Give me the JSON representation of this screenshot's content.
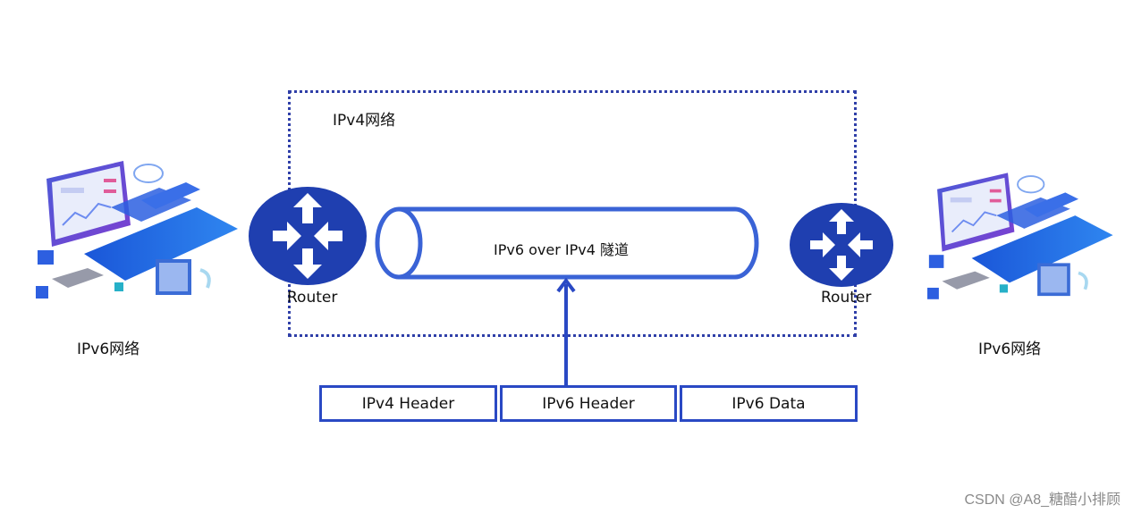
{
  "networks": {
    "ipv4_label": "IPv4网络",
    "ipv6_left_label": "IPv6网络",
    "ipv6_right_label": "IPv6网络"
  },
  "routers": {
    "left_label": "Router",
    "right_label": "Router"
  },
  "tunnel": {
    "label": "IPv6 over IPv4 隧道"
  },
  "packet": {
    "fields": [
      "IPv4 Header",
      "IPv6 Header",
      "IPv6 Data"
    ]
  },
  "watermark": "CSDN @A8_糖醋小排顾",
  "colors": {
    "router_fill": "#1f3fb0",
    "tunnel_stroke": "#3a63d6",
    "packet_border": "#2a49c4",
    "zone_border": "#2f3fa8"
  },
  "icons": {
    "left_host": "server-dashboard-icon",
    "right_host": "server-dashboard-icon",
    "router": "router-arrows-icon"
  }
}
